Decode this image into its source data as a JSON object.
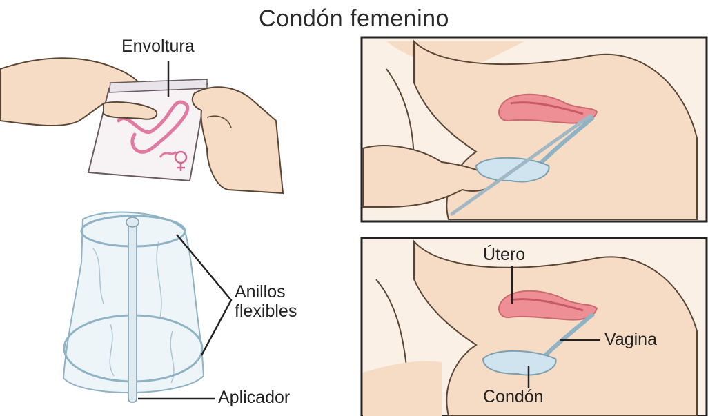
{
  "title": "Condón femenino",
  "labels": {
    "envoltura": "Envoltura",
    "anillos_line1": "Anillos",
    "anillos_line2": "flexibles",
    "aplicador": "Aplicador",
    "utero": "Útero",
    "vagina": "Vagina",
    "condon": "Condón"
  },
  "colors": {
    "skin": "#f6dcc4",
    "skin_shadow": "#e9c3a3",
    "uterus": "#ee8f95",
    "condom": "#cfe4ee",
    "outline": "#222222"
  }
}
